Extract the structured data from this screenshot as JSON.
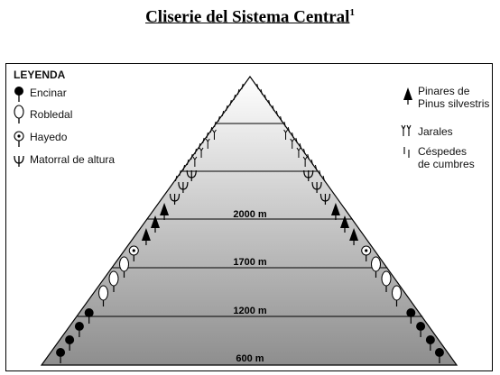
{
  "title": "Cliserie del Sistema Central",
  "title_note": "1",
  "legend": {
    "heading": "LEYENDA",
    "left_items": [
      {
        "icon": "encinar-icon",
        "label": "Encinar"
      },
      {
        "icon": "robledal-icon",
        "label": "Robledal"
      },
      {
        "icon": "hayedo-icon",
        "label": "Hayedo"
      },
      {
        "icon": "matorral-icon",
        "label": "Matorral de altura"
      }
    ],
    "right_items": [
      {
        "icon": "pinar-icon",
        "lines": [
          "Pinares de",
          "Pinus silvestris"
        ]
      },
      {
        "icon": "jaral-icon",
        "lines": [
          "Jarales"
        ]
      },
      {
        "icon": "cesped-icon",
        "lines": [
          "Céspedes",
          "de cumbres"
        ]
      }
    ]
  },
  "altitudes": [
    "2000 m",
    "1700 m",
    "1200 m",
    "600 m"
  ],
  "colors": {
    "band_top": "#ffffff",
    "band_bottom": "#8e8e8e",
    "ink": "#000000"
  }
}
